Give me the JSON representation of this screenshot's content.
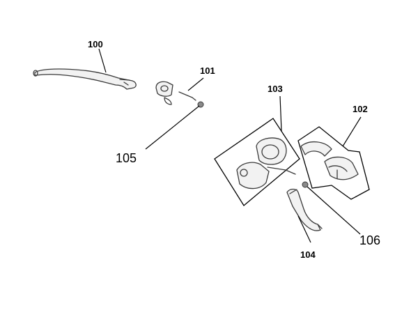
{
  "labels": {
    "p100": "100",
    "p101": "101",
    "p102": "102",
    "p103": "103",
    "p104": "104",
    "p105": "105",
    "p106": "106"
  }
}
